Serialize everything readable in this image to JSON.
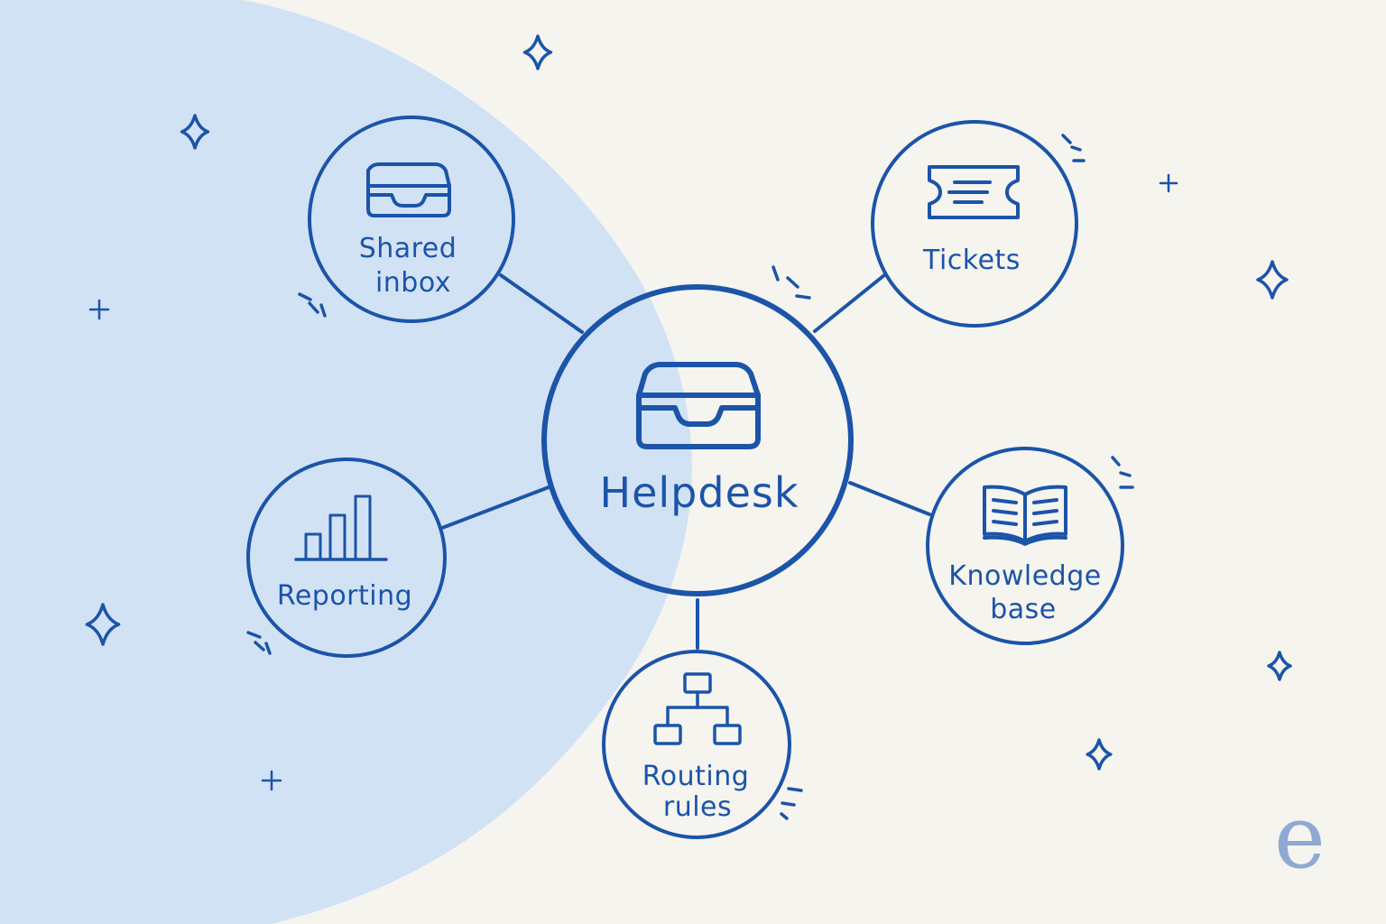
{
  "colors": {
    "background": "#f5f4ef",
    "accent_blob": "#d2e2f5",
    "stroke": "#1b54a8",
    "node_fill": "#f5f4ef",
    "bar_fill": "#4f78c3",
    "brand_mark": "#8fa9d3"
  },
  "hub": {
    "label": "Helpdesk",
    "icon": "inbox-tray-icon"
  },
  "nodes": [
    {
      "id": "shared-inbox",
      "lines": [
        "Shared",
        "inbox"
      ],
      "icon": "inbox-tray-icon"
    },
    {
      "id": "tickets",
      "lines": [
        "Tickets"
      ],
      "icon": "ticket-icon"
    },
    {
      "id": "reporting",
      "lines": [
        "Reporting"
      ],
      "icon": "bar-chart-icon"
    },
    {
      "id": "knowledge-base",
      "lines": [
        "Knowledge",
        "base"
      ],
      "icon": "open-book-icon"
    },
    {
      "id": "routing-rules",
      "lines": [
        "Routing",
        "rules"
      ],
      "icon": "flowchart-icon"
    }
  ],
  "brand": {
    "mark": "e"
  }
}
